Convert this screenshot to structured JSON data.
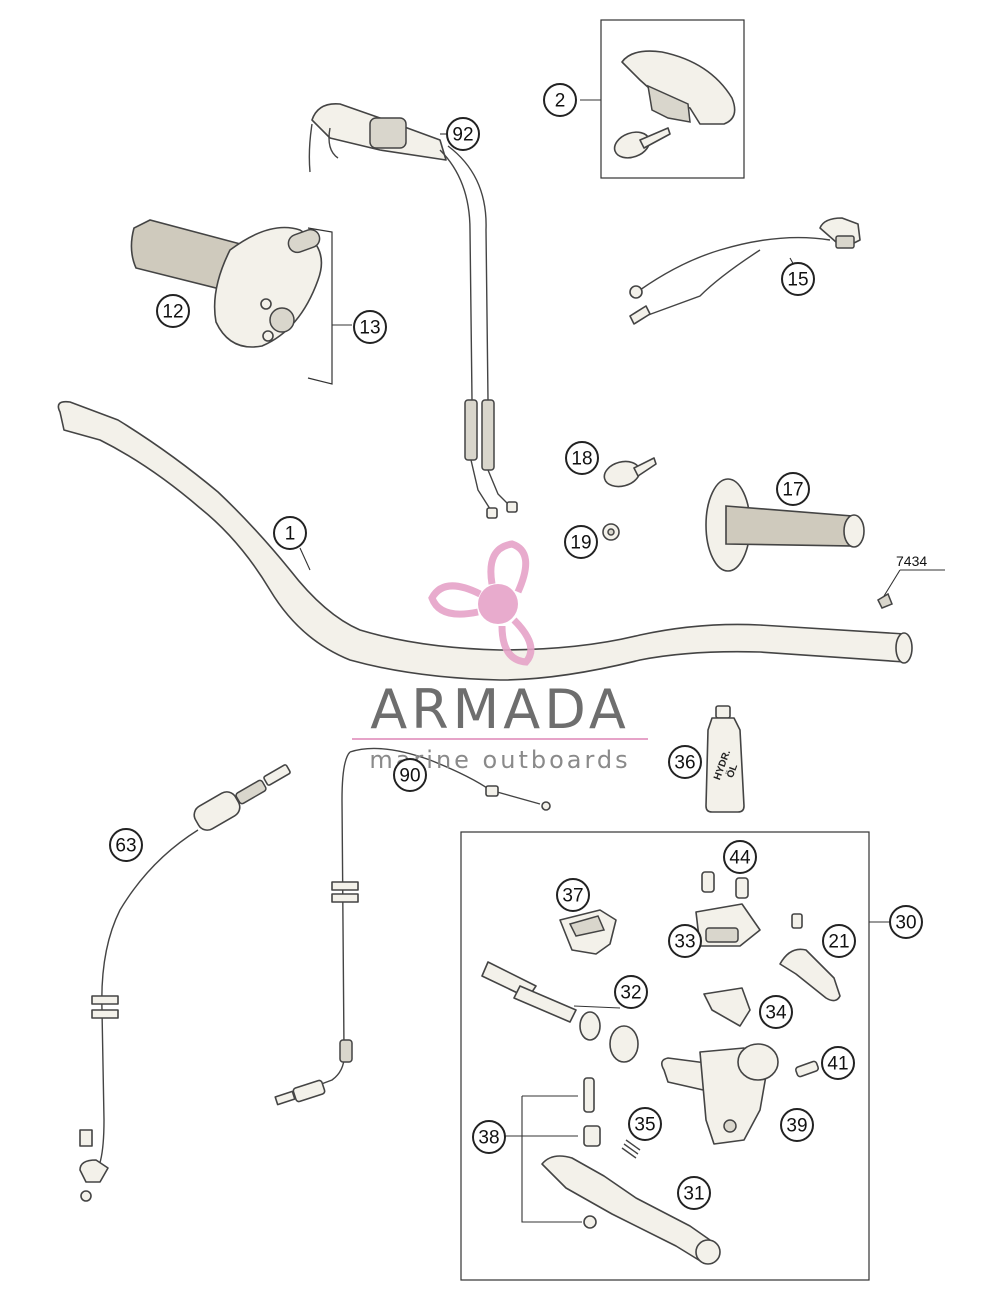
{
  "diagram": {
    "callouts": [
      "1",
      "2",
      "12",
      "13",
      "15",
      "17",
      "18",
      "19",
      "21",
      "30",
      "31",
      "32",
      "33",
      "34",
      "35",
      "36",
      "37",
      "38",
      "39",
      "41",
      "44",
      "63",
      "90",
      "92"
    ],
    "part_label_7434": "7434",
    "bottle_label_line1": "HYDR.",
    "bottle_label_line2": "ÖL"
  },
  "watermark": {
    "title": "ARMADA",
    "subtitle": "marine outboards",
    "colors": {
      "logo": "#e6a3c8",
      "text": "#6e6e6e"
    }
  }
}
